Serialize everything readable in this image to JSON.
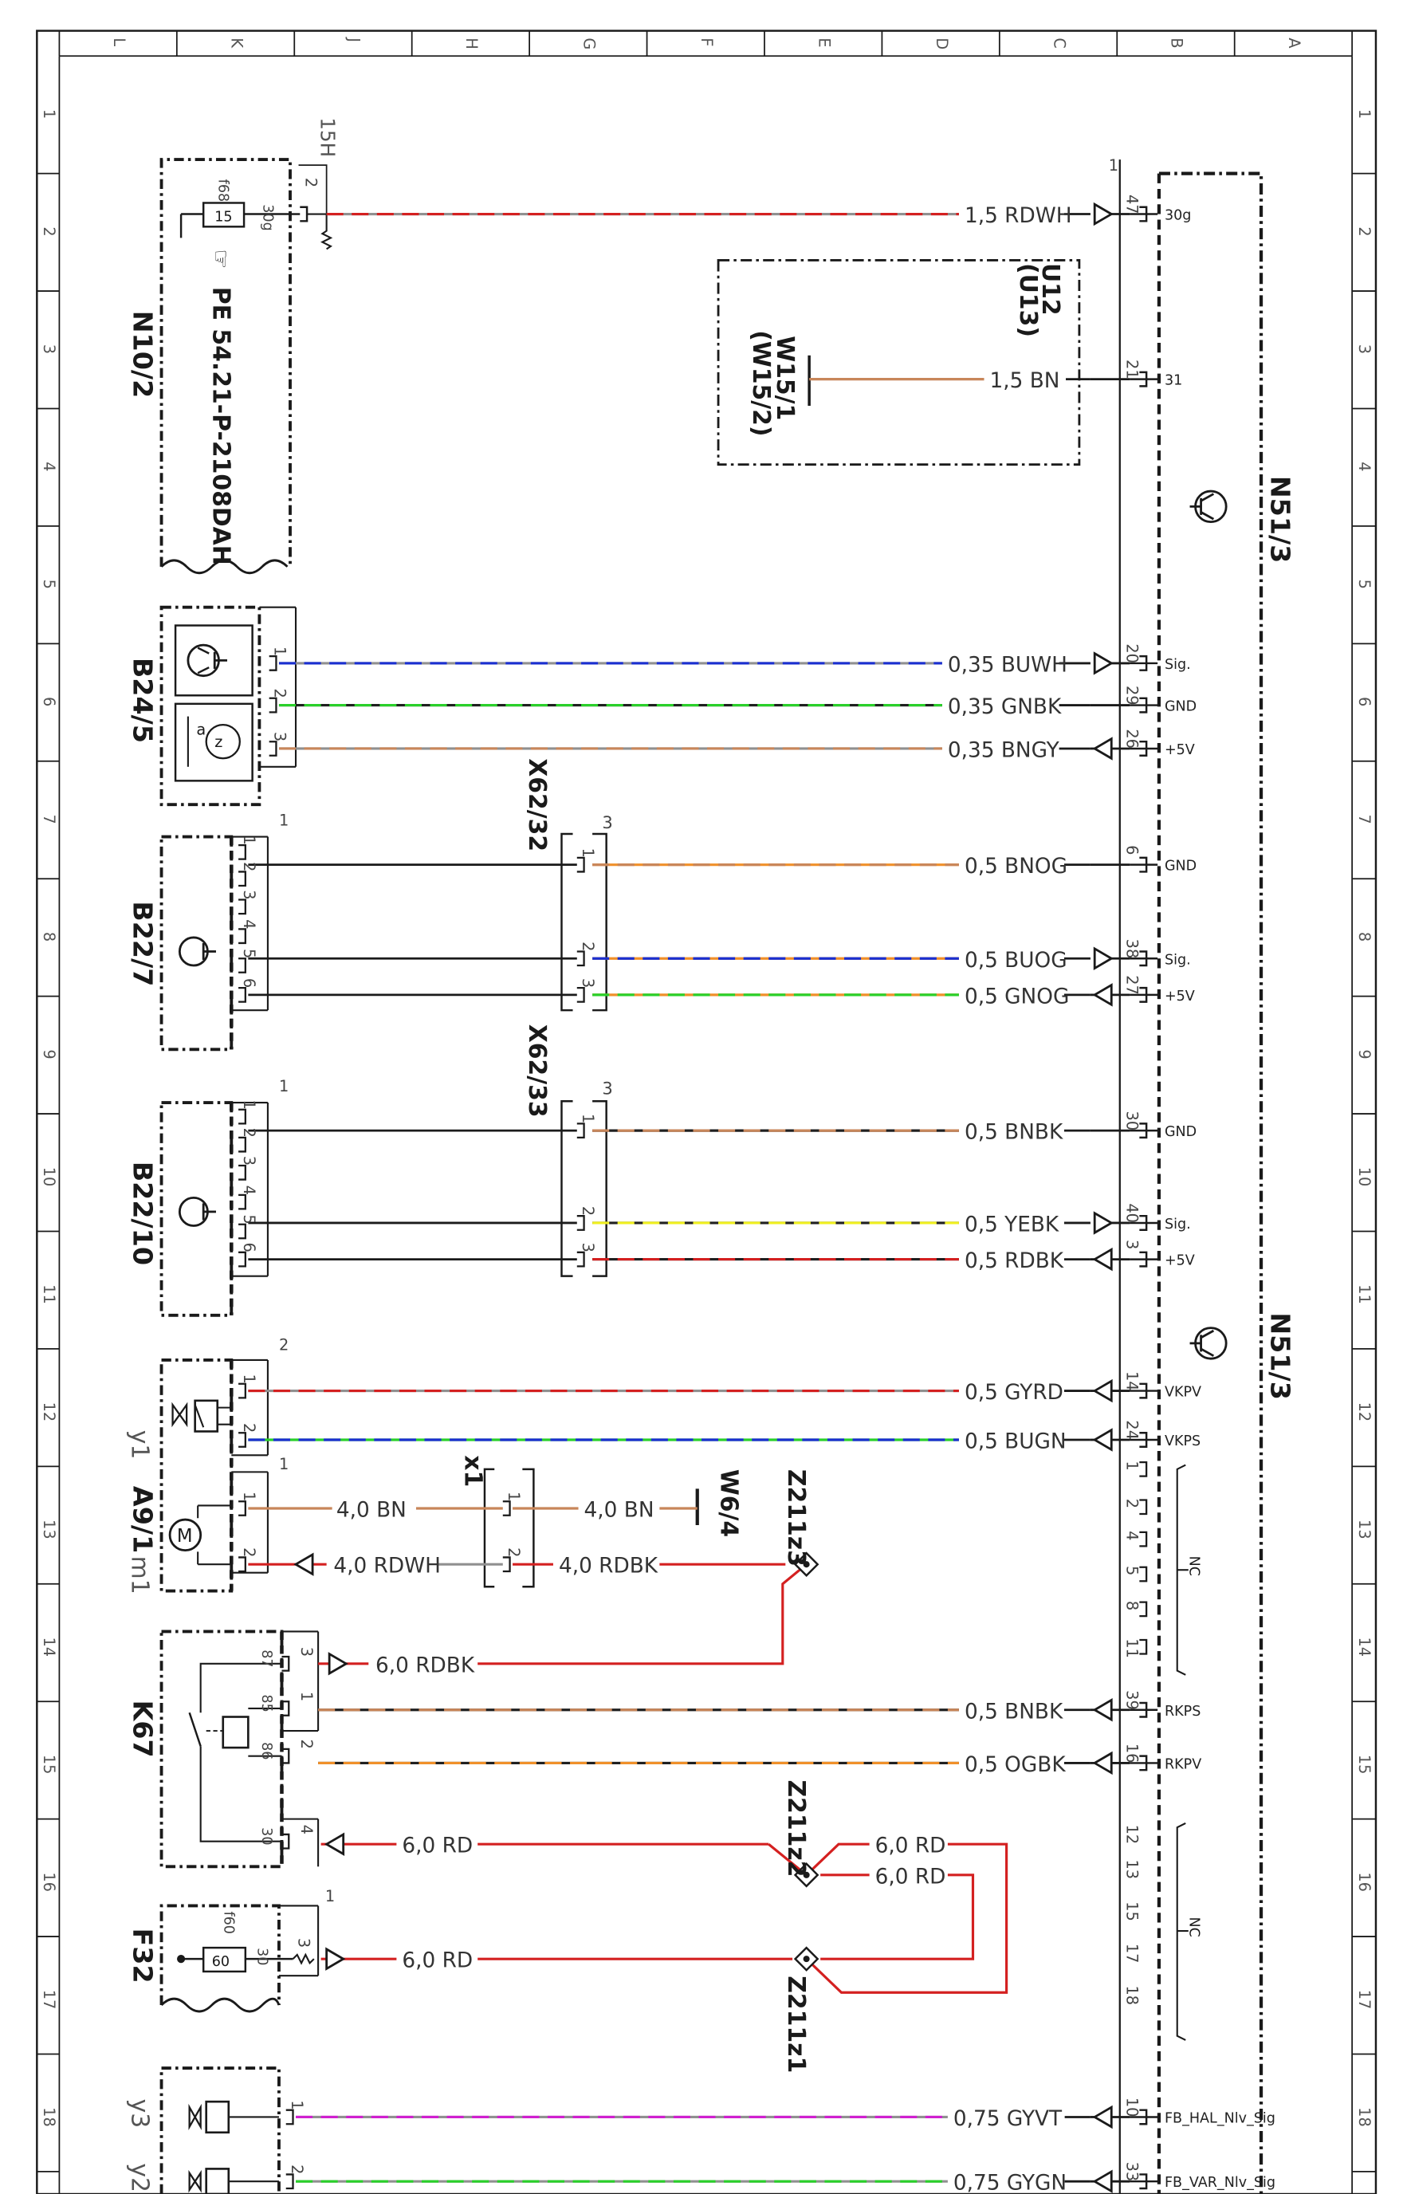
{
  "diagram": {
    "col_letters": [
      "L",
      "K",
      "J",
      "H",
      "G",
      "F",
      "E",
      "D",
      "C",
      "B",
      "A"
    ],
    "row_numbers": [
      "1",
      "2",
      "3",
      "4",
      "5",
      "6",
      "7",
      "8",
      "9",
      "10",
      "11",
      "12",
      "13",
      "14",
      "15",
      "16",
      "17",
      "18"
    ],
    "components": {
      "n10_2": {
        "name": "N10/2",
        "fuse": "15",
        "fuse_ref": "f68",
        "pin": "30g",
        "pin_no": "2",
        "supply": "15H",
        "doc_ref": "PE 54.21-P-2108DAH"
      },
      "n51_3": {
        "name": "N51/3",
        "name2": "N51/3"
      },
      "w15_1": {
        "name": "W15/1",
        "name_alt": "(W15/2)"
      },
      "u12": {
        "name": "U12",
        "name_alt": "(U13)"
      },
      "b24_5": {
        "name": "B24/5",
        "mark_a": "a",
        "mark_z": "z",
        "pins": [
          "1",
          "2",
          "3"
        ]
      },
      "b22_7": {
        "name": "B22/7",
        "pins": [
          "1",
          "2",
          "3",
          "4",
          "5",
          "6"
        ],
        "top_pin": "1"
      },
      "b22_10": {
        "name": "B22/10",
        "pins": [
          "1",
          "2",
          "3",
          "4",
          "5",
          "6"
        ],
        "top_pin": "1"
      },
      "x62_32": {
        "name": "X62/32",
        "count": "3",
        "pins": [
          "1",
          "2",
          "3"
        ]
      },
      "x62_33": {
        "name": "X62/33",
        "count": "3",
        "pins": [
          "1",
          "2",
          "3"
        ]
      },
      "a9_1": {
        "name": "A9/1",
        "y": "y1",
        "m": "m1",
        "valve_pins": [
          "1",
          "2"
        ],
        "valve_top": "2",
        "motor_pins": [
          "1",
          "2"
        ],
        "motor_top": "1",
        "motor_symbol": "M"
      },
      "x1": {
        "name": "x1",
        "pins": [
          "1",
          "2"
        ]
      },
      "w6_4": {
        "name": "W6/4"
      },
      "z211z3": {
        "name": "Z211z3"
      },
      "z211z2": {
        "name": "Z211z2"
      },
      "z211z1": {
        "name": "Z211z1"
      },
      "k67": {
        "name": "K67",
        "pins": [
          "87",
          "85",
          "86",
          "30"
        ],
        "terms": [
          "3",
          "1",
          "2",
          "4"
        ]
      },
      "f32": {
        "name": "F32",
        "fuse": "60",
        "fuse_ref": "f60",
        "pin": "30",
        "pin_no": "3",
        "top": "1"
      },
      "y3": {
        "name": "y3"
      },
      "y2": {
        "name": "y2"
      }
    },
    "wires": [
      {
        "label": "1,5 RDWH",
        "pin": "47",
        "signal": "30g",
        "colors": [
          "#d42020",
          "#909090"
        ]
      },
      {
        "label": "1,5 BN",
        "pin": "21",
        "signal": "31",
        "colors": [
          "#c8865a"
        ]
      },
      {
        "label": "0,35 BUWH",
        "pin": "20",
        "signal": "Sig.",
        "colors": [
          "#1a2fd0",
          "#909090"
        ]
      },
      {
        "label": "0,35 GNBK",
        "pin": "29",
        "signal": "GND",
        "colors": [
          "#2ad02a",
          "#202020"
        ]
      },
      {
        "label": "0,35 BNGY",
        "pin": "26",
        "signal": "+5V",
        "colors": [
          "#c8865a",
          "#909090"
        ]
      },
      {
        "label": "0,5 BNOG",
        "pin": "6",
        "signal": "GND",
        "colors": [
          "#c8865a",
          "#f0902a"
        ]
      },
      {
        "label": "0,5 BUOG",
        "pin": "38",
        "signal": "Sig.",
        "colors": [
          "#1a2fd0",
          "#f0902a"
        ]
      },
      {
        "label": "0,5 GNOG",
        "pin": "27",
        "signal": "+5V",
        "colors": [
          "#2ad02a",
          "#f0902a"
        ]
      },
      {
        "label": "0,5 BNBK",
        "pin": "30",
        "signal": "GND",
        "colors": [
          "#c8865a",
          "#202020"
        ]
      },
      {
        "label": "0,5 YEBK",
        "pin": "40",
        "signal": "Sig.",
        "colors": [
          "#f0f020",
          "#202020"
        ]
      },
      {
        "label": "0,5 RDBK",
        "pin": "3",
        "signal": "+5V",
        "colors": [
          "#d42020",
          "#202020"
        ]
      },
      {
        "label": "0,5 GYRD",
        "pin": "14",
        "signal": "VKPV",
        "colors": [
          "#d42020",
          "#909090"
        ]
      },
      {
        "label": "0,5 BUGN",
        "pin": "24",
        "signal": "VKPS",
        "colors": [
          "#1a2fd0",
          "#2ad02a"
        ]
      },
      {
        "label": "0,5 BNBK",
        "pin": "39",
        "signal": "RKPS",
        "colors": [
          "#c8865a",
          "#202020"
        ]
      },
      {
        "label": "0,5 OGBK",
        "pin": "16",
        "signal": "RKPV",
        "colors": [
          "#f0902a",
          "#202020"
        ]
      },
      {
        "label": "0,75 GYVT",
        "pin": "10",
        "signal": "FB_HAL_Nlv_Sig",
        "colors": [
          "#d020d0",
          "#909090"
        ]
      },
      {
        "label": "0,75 GYGN",
        "pin": "33",
        "signal": "FB_VAR_Nlv_Sig",
        "colors": [
          "#2ad02a",
          "#909090"
        ]
      }
    ],
    "other_wires": {
      "m1_x1": "4,0 BN",
      "x1_w6": "4,0 BN",
      "m2_x1": "4,0 RDWH",
      "x1_z3": "4,0 RDBK",
      "k87": "6,0 RDBK",
      "k30": "6,0 RD",
      "f32": "6,0 RD",
      "z2a": "6,0 RD",
      "z2b": "6,0 RD"
    },
    "nc_group1": {
      "pins": [
        "1",
        "2",
        "4",
        "5",
        "8",
        "11"
      ],
      "label": "NC"
    },
    "nc_group2": {
      "pins": [
        "12",
        "13",
        "15",
        "17",
        "18"
      ],
      "label": "NC"
    },
    "colors": {
      "line": "#1a1a1a",
      "red": "#d42020",
      "bn": "#c8865a"
    }
  }
}
